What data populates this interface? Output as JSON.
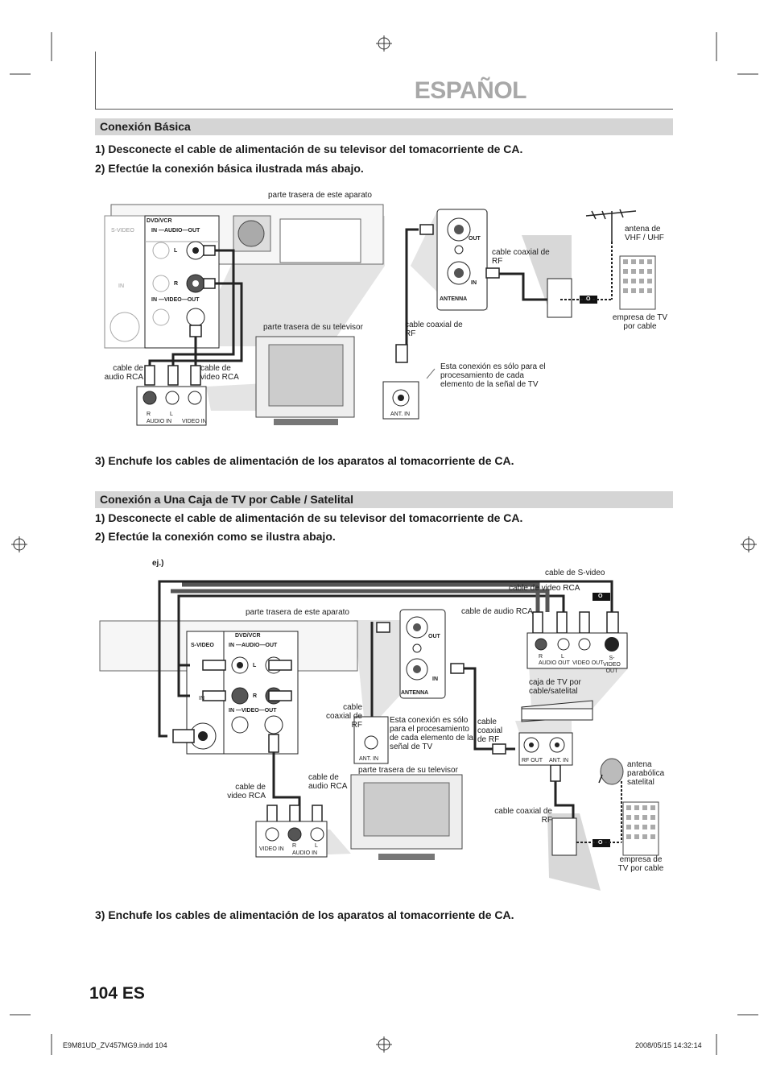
{
  "header": {
    "title": "ESPAÑOL"
  },
  "section1": {
    "heading": "Conexión Básica",
    "step1": "1) Desconecte el cable de alimentación de su televisor del tomacorriente de CA.",
    "step2": "2) Efectúe la conexión básica ilustrada más abajo.",
    "step3": "3) Enchufe los cables de alimentación de los aparatos al tomacorriente de CA.",
    "diagram": {
      "rear_this_unit": "parte trasera de este aparato",
      "rear_tv": "parte trasera de su televisor",
      "dvdvcr": "DVD/VCR",
      "svideo": "S-VIDEO",
      "in_audio_out": "IN —AUDIO—OUT",
      "in": "IN",
      "in_video_out": "IN —VIDEO—OUT",
      "L": "L",
      "R": "R",
      "out": "OUT",
      "antenna_in": "IN",
      "antenna": "ANTENNA",
      "coax_rf_1": "cable coaxial de RF",
      "coax_rf_2": "cable coaxial de RF",
      "antenna_vhf": "antena de VHF / UHF",
      "cable_company": "empresa de TV por cable",
      "audio_rca": "cable de audio RCA",
      "video_rca": "cable de video RCA",
      "note": "Esta conexión es sólo para el procesamiento de cada elemento de la señal de TV",
      "audio_in": "AUDIO IN",
      "video_in": "VIDEO IN",
      "ant_in": "ANT. IN",
      "wall_o": "O"
    }
  },
  "section2": {
    "heading": "Conexión a Una Caja de TV por Cable / Satelital",
    "step1": "1) Desconecte el cable de alimentación de su televisor del tomacorriente de CA.",
    "step2": "2)  Efectúe la conexión como se ilustra abajo.",
    "step3": "3) Enchufe los cables de alimentación de los aparatos al tomacorriente de CA.",
    "diagram": {
      "example": "ej.)",
      "svideo_cable": "cable de S-video",
      "video_rca": "cable de video RCA",
      "audio_rca_top": "cable de audio RCA",
      "rear_this_unit": "parte trasera de este aparato",
      "dvdvcr": "DVD/VCR",
      "svideo": "S-VIDEO",
      "in_audio_out": "IN —AUDIO—OUT",
      "in_video_out": "IN —VIDEO—OUT",
      "in": "IN",
      "L": "L",
      "R": "R",
      "out": "OUT",
      "antenna_in": "IN",
      "antenna": "ANTENNA",
      "coax_rf_a": "cable coaxial de RF",
      "coax_rf_b": "cable coaxial de RF",
      "coax_rf_c": "cable coaxial de RF",
      "note": "Esta conexión es sólo para el procesamiento de cada elemento de la señal de TV",
      "ant_in": "ANT. IN",
      "rear_tv": "parte trasera de su televisor",
      "video_rca_left": "cable de video RCA",
      "audio_rca_mid": "cable de audio RCA",
      "video_in": "VIDEO IN",
      "audio_in": "AUDIO IN",
      "audio_out": "AUDIO OUT",
      "video_out": "VIDEO OUT",
      "svideo_out": "S-VIDEO OUT",
      "box_label": "caja de TV por cable/satelital",
      "rf_out": "RF OUT",
      "dish": "antena parabólica satelital",
      "cable_company": "empresa de TV por cable",
      "wall_o": "O"
    }
  },
  "footer": {
    "page": "104  ES",
    "file": "E9M81UD_ZV457MG9.indd  104",
    "date": "2008/05/15   14:32:14"
  }
}
